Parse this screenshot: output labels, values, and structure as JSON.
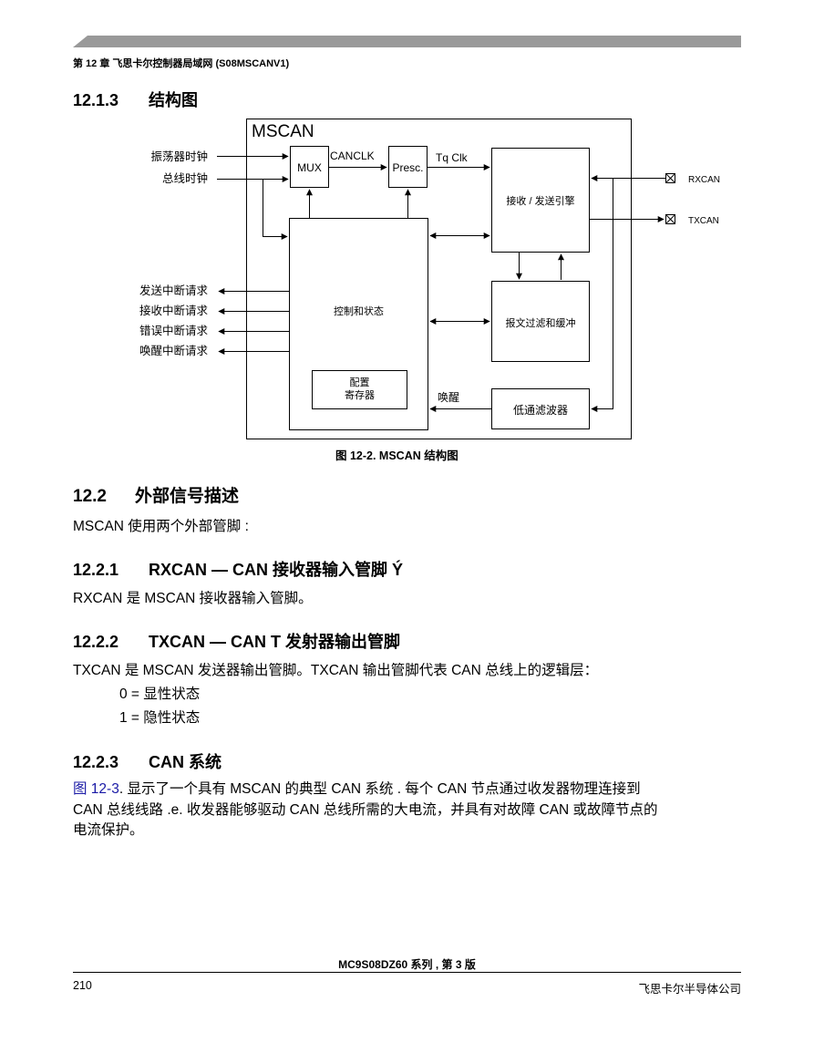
{
  "header": {
    "chapter_title": "第 12 章 飞思卡尔控制器局域网 (S08MSCANV1)"
  },
  "section_1213": {
    "number": "12.1.3",
    "title": "结构图"
  },
  "diagram": {
    "module_title": "MSCAN",
    "inputs": [
      "振荡器时钟",
      "总线时钟"
    ],
    "mux": "MUX",
    "canclk": "CANCLK",
    "presc": "Presc.",
    "tqclk": "Tq Clk",
    "engine": "接收 / 发送引擎",
    "rxcan": "RXCAN",
    "txcan": "TXCAN",
    "control": "控制和状态",
    "config_line1": "配置",
    "config_line2": "寄存器",
    "msg_filter": "报文过滤和缓冲",
    "wakeup": "唤醒",
    "lowpass": "低通滤波器",
    "interrupts": [
      "发送中断请求",
      "接收中断请求",
      "错误中断请求",
      "唤醒中断请求"
    ]
  },
  "figure_caption": "图  12-2. MSCAN 结构图",
  "section_122": {
    "number": "12.2",
    "title": "外部信号描述",
    "body": "MSCAN 使用两个外部管脚 :"
  },
  "section_1221": {
    "number": "12.2.1",
    "title": "RXCAN — CAN 接收器输入管脚 Ý",
    "body": "RXCAN 是 MSCAN 接收器输入管脚。"
  },
  "section_1222": {
    "number": "12.2.2",
    "title": "TXCAN — CAN T 发射器输出管脚",
    "body": "TXCAN 是 MSCAN 发送器输出管脚。TXCAN 输出管脚代表 CAN 总线上的逻辑层：",
    "item0": "0 = 显性状态",
    "item1": "1 = 隐性状态"
  },
  "section_1223": {
    "number": "12.2.3",
    "title": "CAN 系统",
    "xref": "图  12-3",
    "line1_rest": ". 显示了一个具有 MSCAN 的典型 CAN 系统 . 每个 CAN 节点通过收发器物理连接到",
    "line2": "CAN 总线线路 .e. 收发器能够驱动 CAN 总线所需的大电流，并具有对故障 CAN 或故障节点的",
    "line3": "电流保护。"
  },
  "footer": {
    "doc_title": "MC9S08DZ60 系列 , 第 3 版",
    "page_number": "210",
    "company": "飞思卡尔半导体公司"
  }
}
